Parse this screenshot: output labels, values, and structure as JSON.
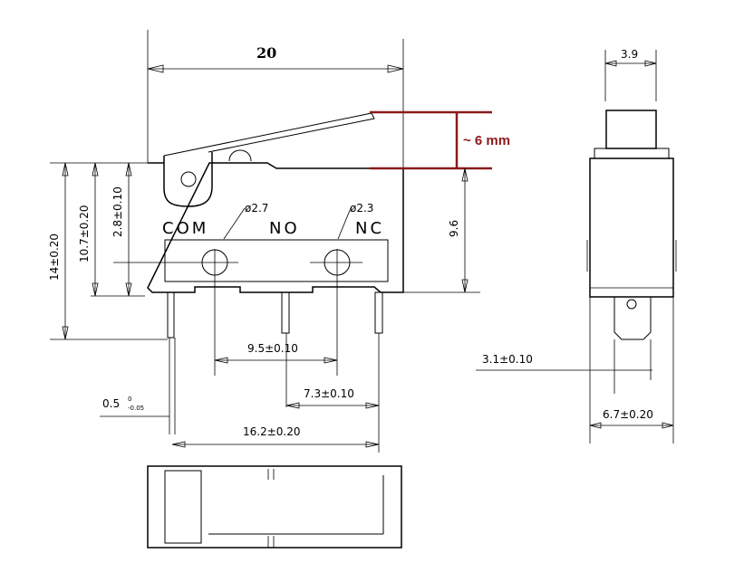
{
  "dimensions": {
    "overall_width": "20",
    "travel_annotation": "~ 6 mm",
    "height_to_lever": "14±0.20",
    "height_to_pivot": "10.7±0.20",
    "pivot_offset": "2.8±0.10",
    "lever_height": "9.6",
    "hole_com_diameter": "ø2.7",
    "hole_nc_diameter": "ø2.3",
    "terminal_pitch_com_no": "9.5±0.10",
    "terminal_pitch_no_nc": "7.3±0.10",
    "terminal_span": "16.2±0.20",
    "terminal_thickness": "0.5",
    "terminal_tolerance_upper": "0",
    "terminal_tolerance_lower": "-0.05",
    "plunger_width": "3.9",
    "terminal_tab_offset": "3.1±0.10",
    "body_thickness": "6.7±0.20"
  },
  "labels": {
    "com": "COM",
    "no": "NO",
    "nc": "NC"
  },
  "colors": {
    "line": "#000000",
    "highlight": "#8b1a1a",
    "background": "#ffffff"
  }
}
